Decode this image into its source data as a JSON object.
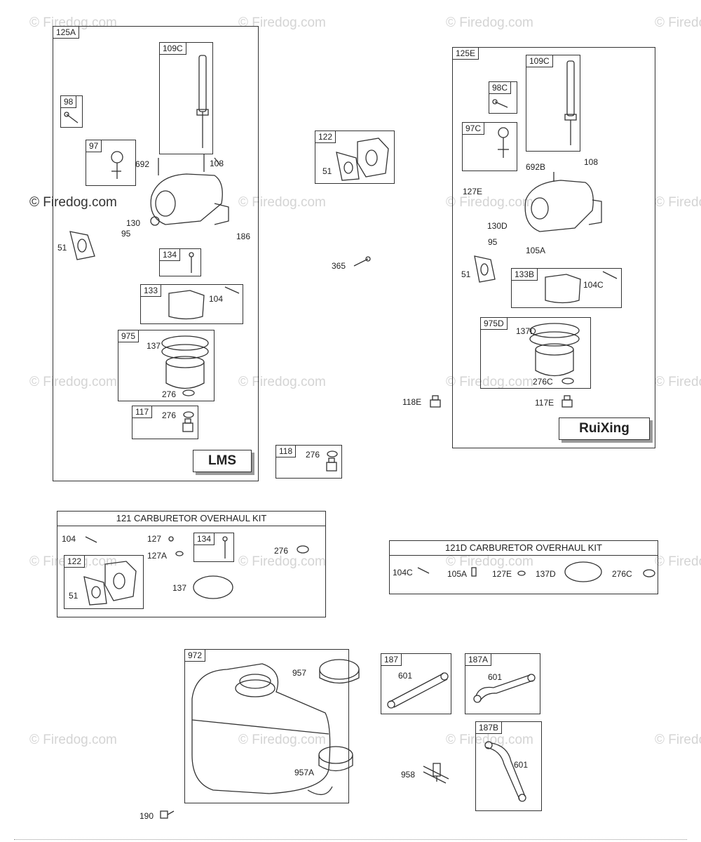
{
  "watermark": "© Firedog.com",
  "groups": {
    "g125A": {
      "id": "125A",
      "brand": "LMS"
    },
    "g125E": {
      "id": "125E",
      "brand": "RuiXing"
    },
    "b109C_a": {
      "id": "109C"
    },
    "b98": {
      "id": "98"
    },
    "b97": {
      "id": "97"
    },
    "b134_a": {
      "id": "134"
    },
    "b133": {
      "id": "133"
    },
    "b975": {
      "id": "975"
    },
    "b117": {
      "id": "117"
    },
    "b122_a": {
      "id": "122"
    },
    "b118": {
      "id": "118"
    },
    "b109C_b": {
      "id": "109C"
    },
    "b98C": {
      "id": "98C"
    },
    "b97C": {
      "id": "97C"
    },
    "b133B": {
      "id": "133B"
    },
    "b975D": {
      "id": "975D"
    },
    "b134_b": {
      "id": "134"
    },
    "b122_b": {
      "id": "122"
    },
    "b972": {
      "id": "972"
    },
    "b187": {
      "id": "187"
    },
    "b187A": {
      "id": "187A"
    },
    "b187B": {
      "id": "187B"
    }
  },
  "kits": {
    "k121": {
      "title": "121 CARBURETOR OVERHAUL KIT"
    },
    "k121D": {
      "title": "121D CARBURETOR OVERHAUL KIT"
    }
  },
  "labels": {
    "l692": "692",
    "l108a": "108",
    "l130": "130",
    "l95a": "95",
    "l51a": "51",
    "l186": "186",
    "l104a": "104",
    "l137a": "137",
    "l276a": "276",
    "l276b": "276",
    "l51b": "51",
    "l276c": "276",
    "l365": "365",
    "l692B": "692B",
    "l108b": "108",
    "l127E": "127E",
    "l130D": "130D",
    "l95b": "95",
    "l105A": "105A",
    "l51c": "51",
    "l104C": "104C",
    "l137D": "137D",
    "l276C": "276C",
    "l118E": "118E",
    "l117E": "117E",
    "k104": "104",
    "k127": "127",
    "k127A": "127A",
    "k276": "276",
    "k51": "51",
    "k137": "137",
    "d104C": "104C",
    "d105A": "105A",
    "d127E": "127E",
    "d137D": "137D",
    "d276C": "276C",
    "l957": "957",
    "l957A": "957A",
    "l190": "190",
    "l601a": "601",
    "l601b": "601",
    "l958": "958",
    "l601c": "601"
  }
}
